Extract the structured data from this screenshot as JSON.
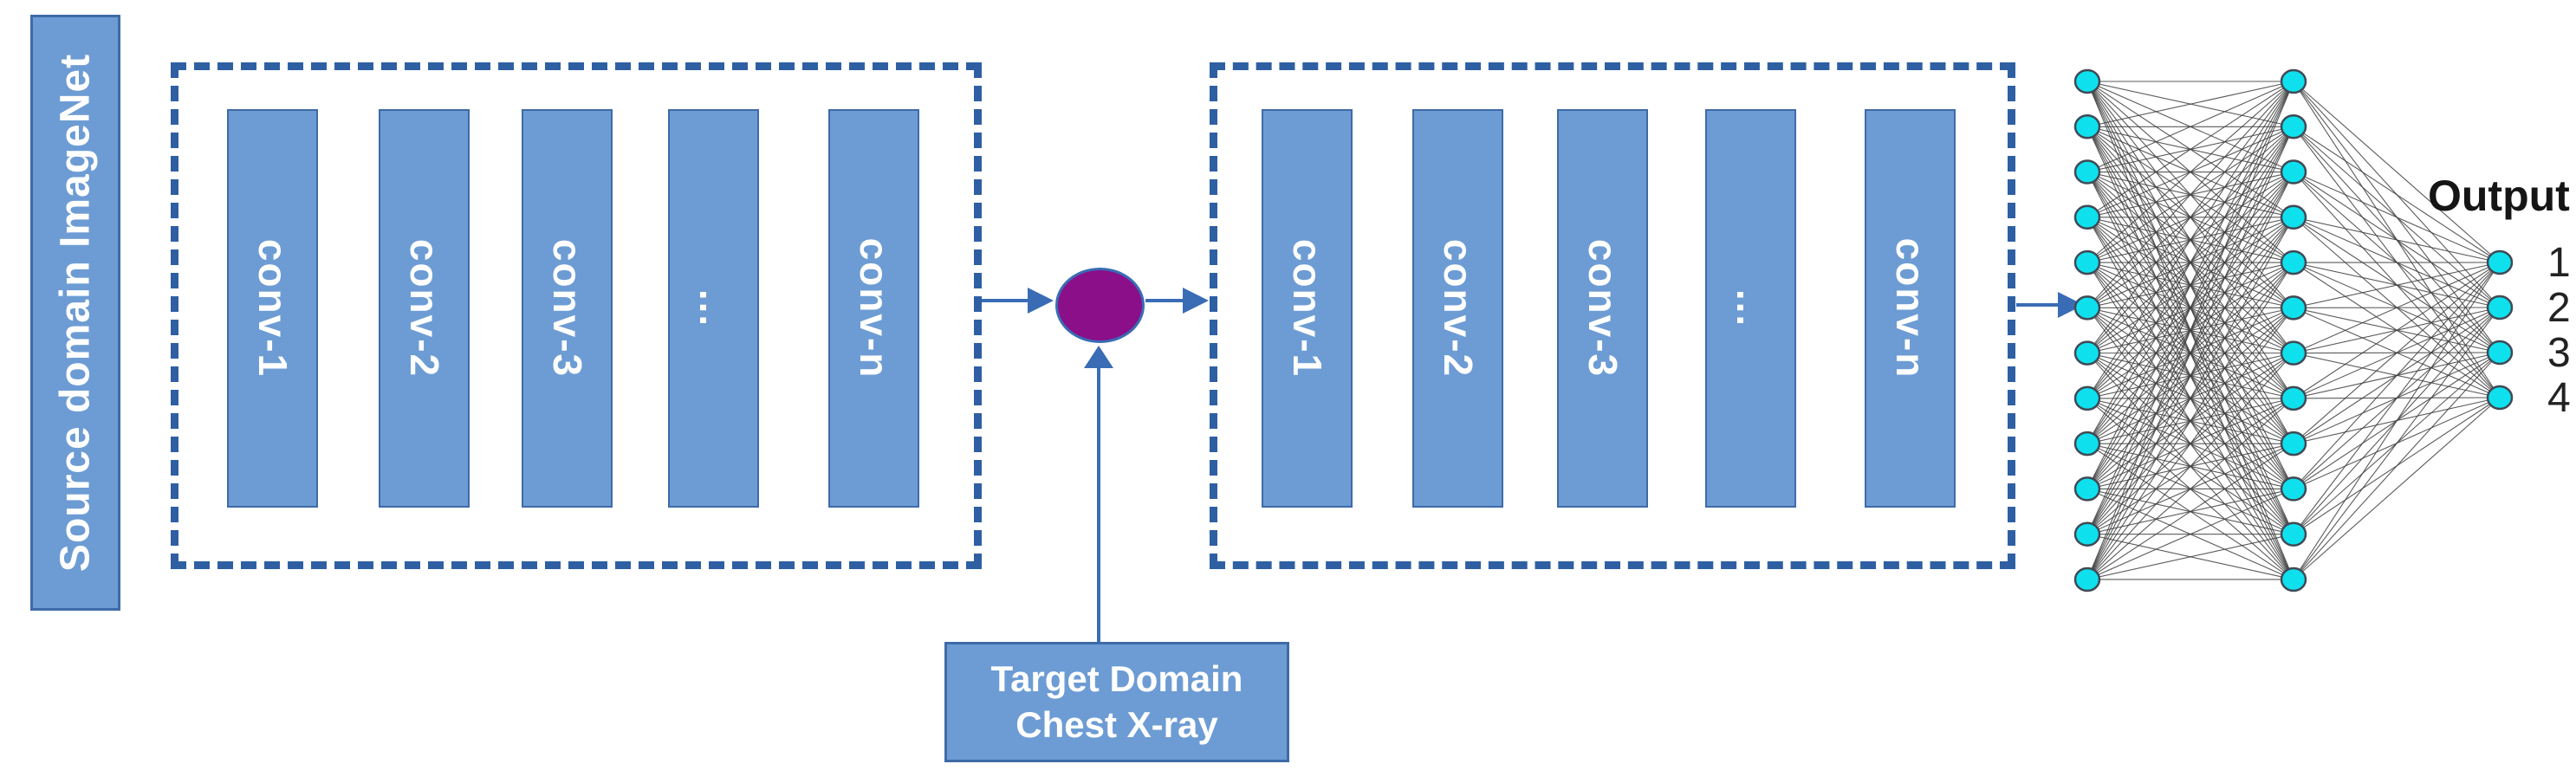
{
  "source_panel": {
    "label": "Source domain ImageNet",
    "conv_layers": [
      "conv-1",
      "conv-2",
      "conv-3",
      "...",
      "conv-n"
    ]
  },
  "target_panel": {
    "conv_layers": [
      "conv-1",
      "conv-2",
      "conv-3",
      "...",
      "conv-n"
    ]
  },
  "target_domain_box": {
    "line1": "Target Domain",
    "line2": "Chest X-ray"
  },
  "network": {
    "title": "Output",
    "input_nodes": 12,
    "hidden_nodes": 12,
    "output_nodes": 4,
    "output_labels": [
      "1",
      "2",
      "3",
      "4"
    ]
  },
  "colors": {
    "box_fill": "#6D9CD4",
    "box_border": "#3E6BA8",
    "dashed_border": "#2E5FA3",
    "arrow": "#3A6CB5",
    "junction_fill": "#8A0F88",
    "node_fill": "#0EE0EE",
    "node_stroke": "#3F4A55",
    "edge": "#3E3E3E",
    "label_text": "#FFFFFF",
    "output_text": "#151515"
  }
}
